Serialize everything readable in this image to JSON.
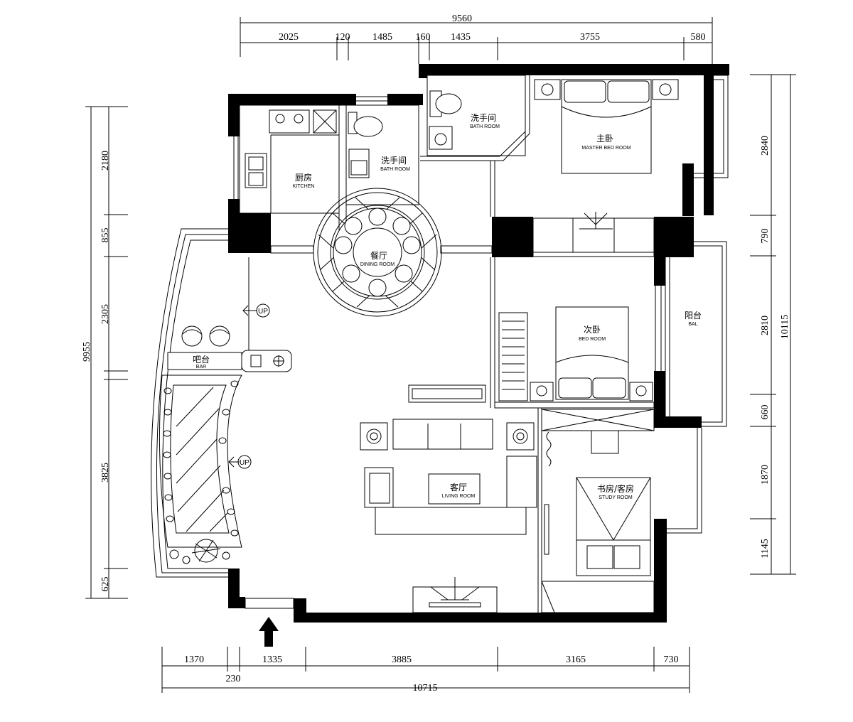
{
  "dimensions": {
    "top_total": "9560",
    "top_segments": [
      "2025",
      "120",
      "1485",
      "160",
      "1435",
      "3755",
      "580"
    ],
    "bottom_segments": [
      "1370",
      "1335",
      "3885",
      "3165",
      "730"
    ],
    "bottom_sub": "230",
    "bottom_total": "10715",
    "left_segments": [
      "2180",
      "855",
      "2305",
      "3825",
      "625"
    ],
    "left_total": "9955",
    "right_segments": [
      "2840",
      "790",
      "2810",
      "660",
      "1870",
      "1145"
    ],
    "right_total": "10115"
  },
  "rooms": {
    "kitchen": {
      "cn": "厨房",
      "en": "KITCHEN"
    },
    "bath1": {
      "cn": "洗手间",
      "en": "BATH ROOM"
    },
    "bath2": {
      "cn": "洗手间",
      "en": "BATH ROOM"
    },
    "master": {
      "cn": "主卧",
      "en": "MASTER BED ROOM"
    },
    "dining": {
      "cn": "餐厅",
      "en": "DINING ROOM"
    },
    "bed": {
      "cn": "次卧",
      "en": "BED ROOM"
    },
    "balcony": {
      "cn": "阳台",
      "en": "BAL"
    },
    "bar": {
      "cn": "吧台",
      "en": "BAR"
    },
    "living": {
      "cn": "客厅",
      "en": "LIVING ROOM"
    },
    "study": {
      "cn": "书房/客房",
      "en": "STUDY ROOM"
    }
  },
  "markers": {
    "up1": "UP",
    "up2": "UP"
  }
}
